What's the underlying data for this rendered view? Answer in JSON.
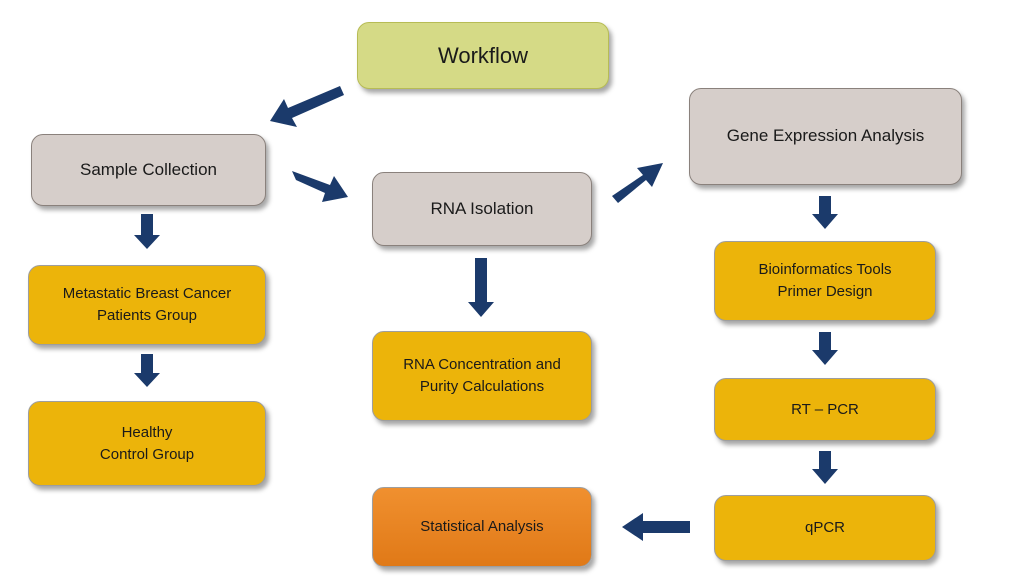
{
  "diagram": {
    "title": "Workflow",
    "sample_collection": "Sample Collection",
    "rna_isolation": "RNA Isolation",
    "gene_expression": "Gene Expression Analysis",
    "metastatic_group": {
      "line1": "Metastatic Breast Cancer",
      "line2": "Patients Group"
    },
    "healthy_group": {
      "line1": "Healthy",
      "line2": "Control Group"
    },
    "rna_concentration": {
      "line1": "RNA Concentration and",
      "line2": "Purity Calculations"
    },
    "bioinformatics": {
      "line1": "Bioinformatics Tools",
      "line2": "Primer Design"
    },
    "rt_pcr": "RT – PCR",
    "qpcr": "qPCR",
    "statistical_analysis": "Statistical Analysis"
  },
  "colors": {
    "title_fill": "#d5da86",
    "stage_fill": "#d6ceca",
    "step_fill": "#ecb40a",
    "final_fill": "#e8841f",
    "arrow": "#1b3a6b"
  }
}
